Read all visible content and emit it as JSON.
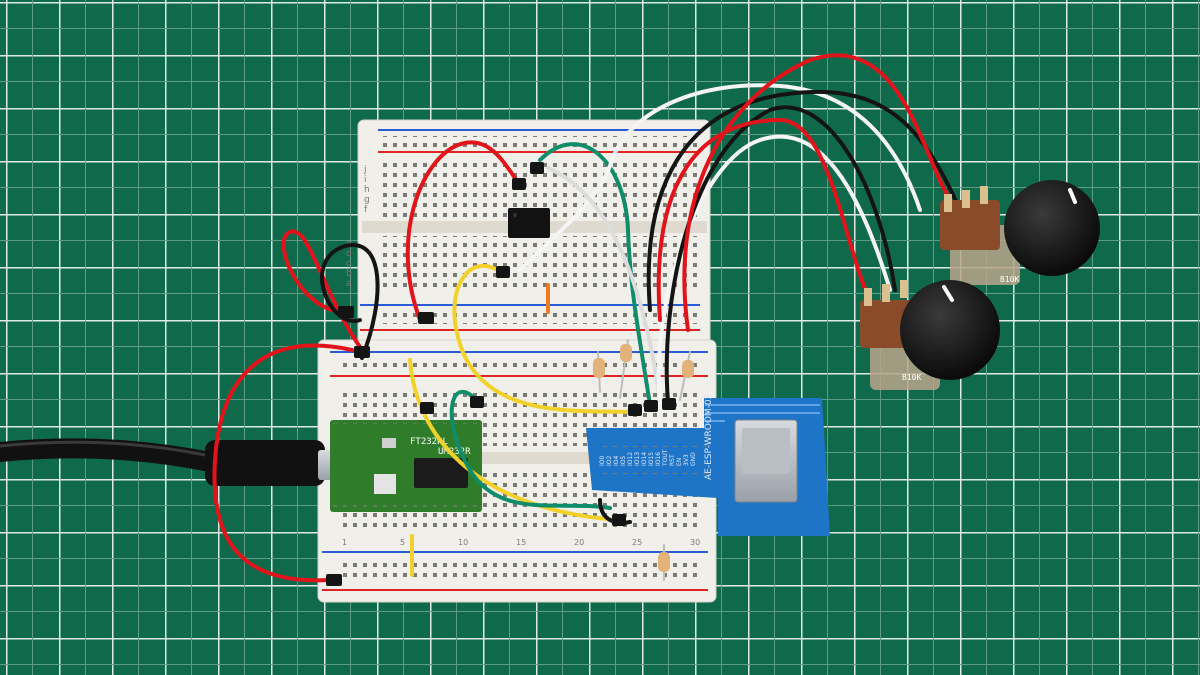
{
  "boards": {
    "ftdi_label": "FT232RL",
    "ftdi_model": "UM232R",
    "esp_label": "AE-ESP-WROOM-02",
    "esp_pins": [
      "IO0",
      "IO2",
      "IO4",
      "IO5",
      "IO12",
      "IO13",
      "IO14",
      "IO15",
      "IO16",
      "TOUT",
      "RST",
      "EN",
      "3V3",
      "GND"
    ]
  },
  "potentiometers": {
    "value_label": "B10K"
  },
  "breadboard": {
    "row_letters_top": [
      "j",
      "i",
      "h",
      "g",
      "f"
    ],
    "row_letters_bottom": [
      "e",
      "d",
      "c",
      "b",
      "a"
    ],
    "column_numbers": [
      "1",
      "5",
      "10",
      "15",
      "20",
      "25",
      "30"
    ]
  },
  "colors": {
    "mat": "#0f6a4c",
    "mat_grid": "#dfe9e3",
    "breadboard": "#f1efe9",
    "rail_red": "#e02424",
    "rail_blue": "#2a5bd7",
    "wire_red": "#e2141b",
    "wire_black": "#141414",
    "wire_white": "#f5f5f5",
    "wire_yellow": "#f2d22a",
    "wire_green": "#0f8c6a",
    "ftdi_pcb": "#2f7d2b",
    "esp_pcb": "#1e74c6"
  }
}
